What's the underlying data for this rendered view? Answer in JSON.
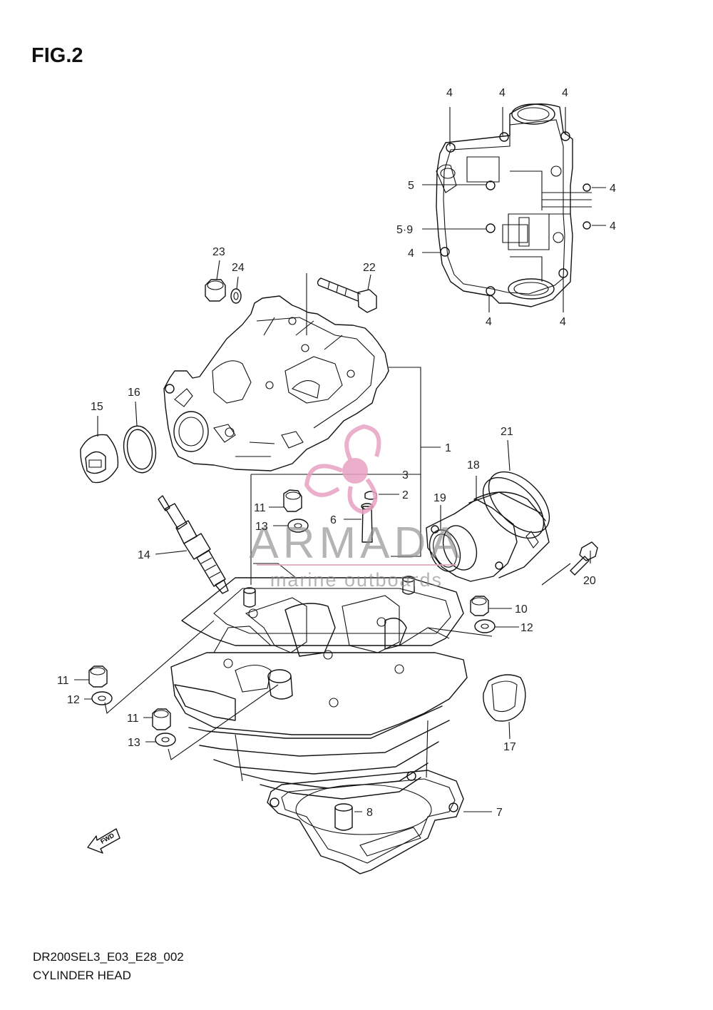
{
  "title": "FIG.2",
  "diagram_code": "DR200SEL3_E03_E28_002",
  "diagram_name": "CYLINDER HEAD",
  "fwd_label": "FWD",
  "watermark": {
    "brand": "ARMADA",
    "tagline": "marine outboards",
    "logo_color": "#e8a2c2"
  },
  "callouts": {
    "c1": "1",
    "c2": "2",
    "c3": "3",
    "c4a": "4",
    "c4b": "4",
    "c4c": "4",
    "c4d": "4",
    "c4e": "4",
    "c4f": "4",
    "c4g": "4",
    "c4h": "4",
    "c5": "5",
    "c59": "5·9",
    "c6": "6",
    "c7": "7",
    "c8": "8",
    "c10": "10",
    "c11a": "11",
    "c11b": "11",
    "c11c": "11",
    "c12a": "12",
    "c12b": "12",
    "c13a": "13",
    "c13b": "13",
    "c14": "14",
    "c15": "15",
    "c16": "16",
    "c17": "17",
    "c18": "18",
    "c19": "19",
    "c20": "20",
    "c21": "21",
    "c22": "22",
    "c23": "23",
    "c24": "24"
  }
}
